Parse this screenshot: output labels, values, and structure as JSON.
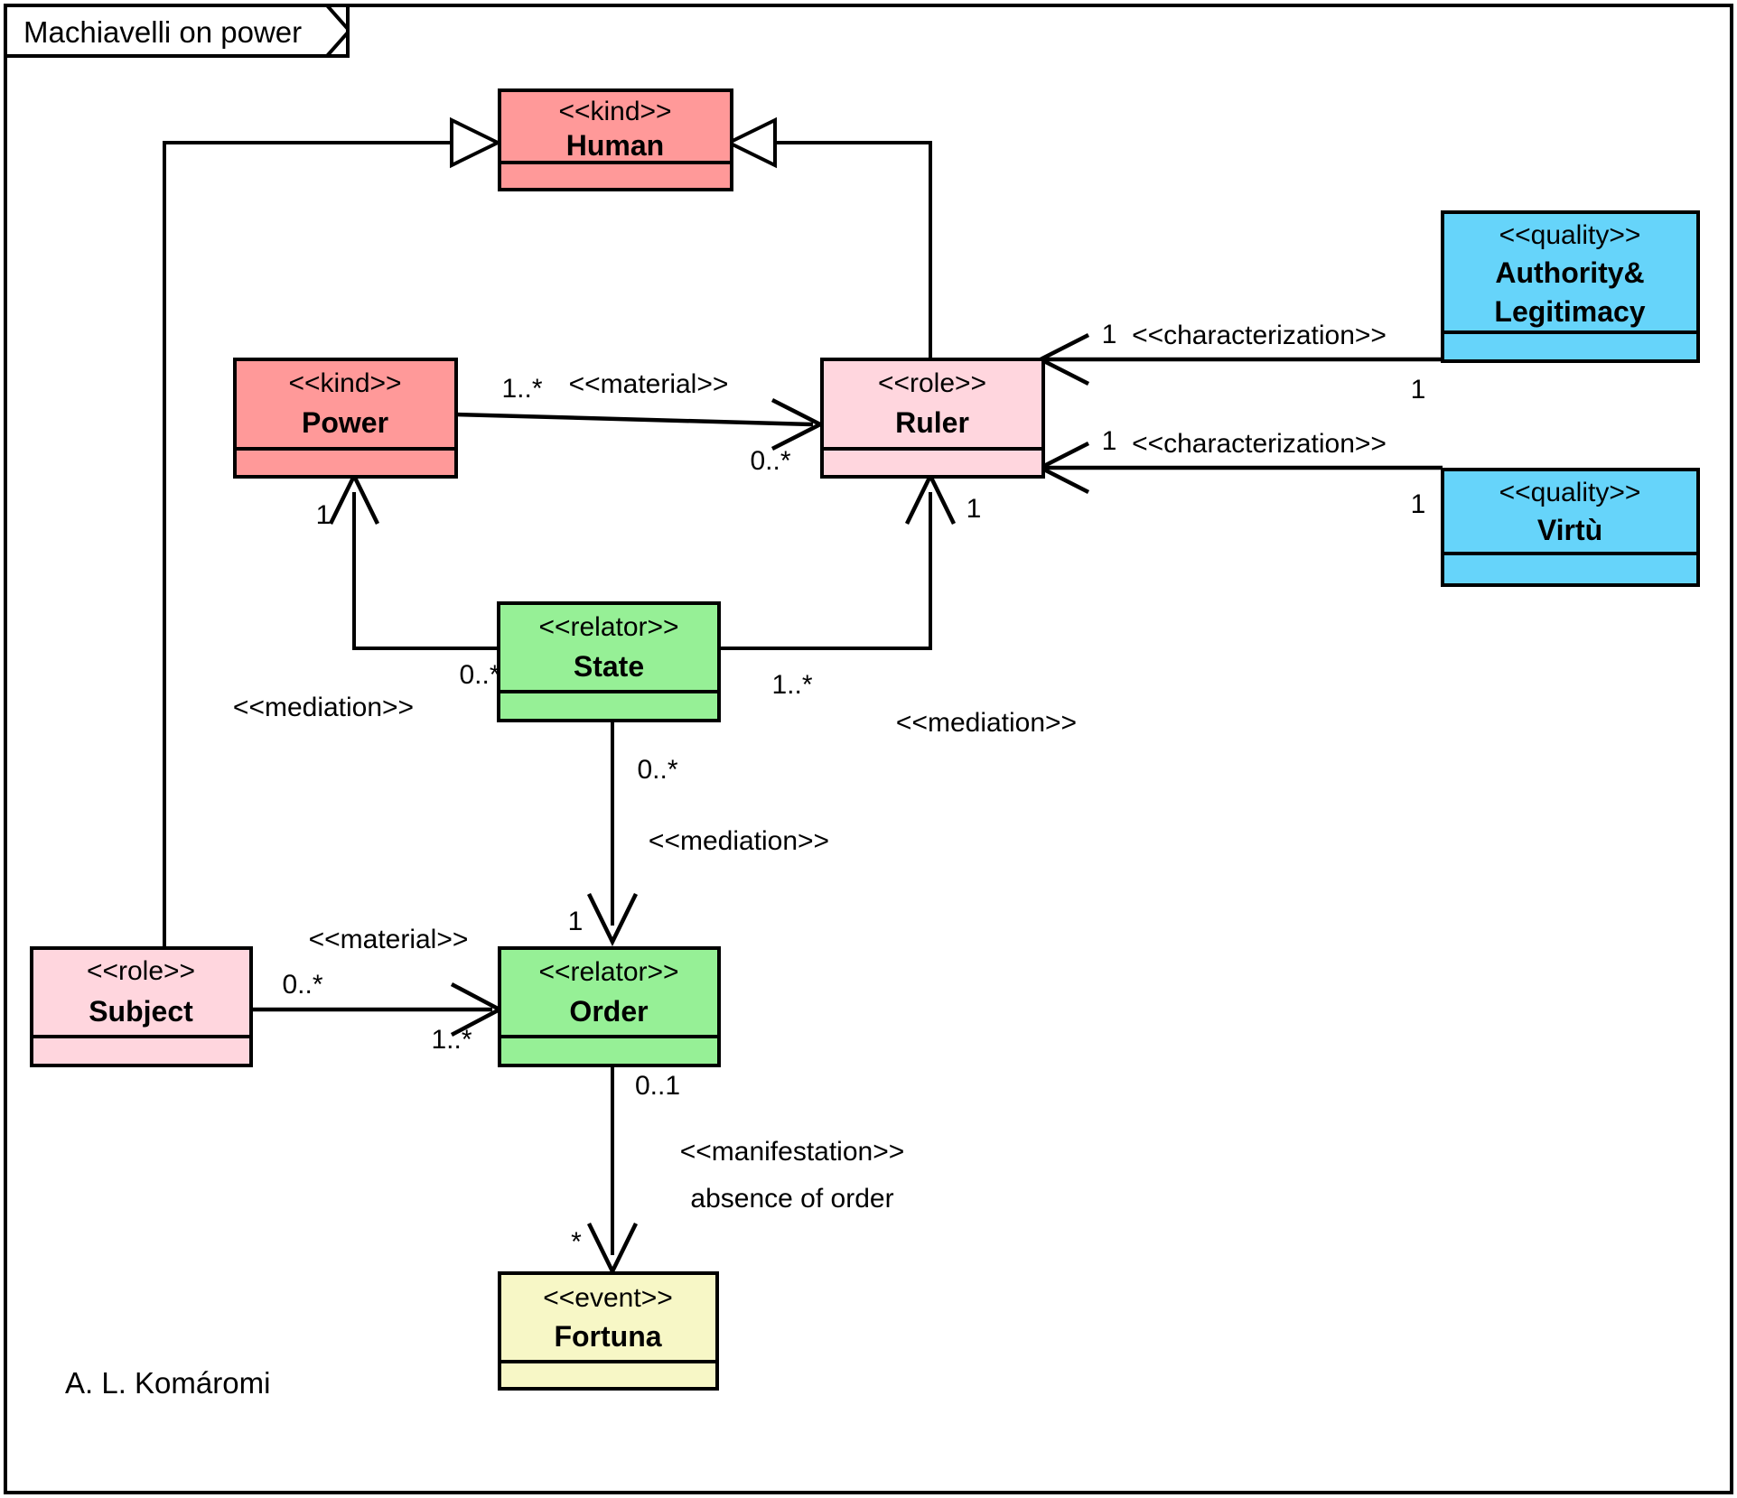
{
  "frame": {
    "title": "Machiavelli on power",
    "author": "A. L. Komáromi"
  },
  "palette": {
    "kind_fill": "#FF9999",
    "role_fill": "#FFD6DE",
    "relator_fill": "#96F096",
    "quality_fill": "#66D4FA",
    "event_fill": "#F7F7C6",
    "stroke": "#000000",
    "background": "#FFFFFF"
  },
  "classes": [
    {
      "id": "human",
      "stereotype": "<<kind>>",
      "name": "Human",
      "fill_key": "kind_fill"
    },
    {
      "id": "power",
      "stereotype": "<<kind>>",
      "name": "Power",
      "fill_key": "kind_fill"
    },
    {
      "id": "ruler",
      "stereotype": "<<role>>",
      "name": "Ruler",
      "fill_key": "role_fill"
    },
    {
      "id": "subject",
      "stereotype": "<<role>>",
      "name": "Subject",
      "fill_key": "role_fill"
    },
    {
      "id": "state",
      "stereotype": "<<relator>>",
      "name": "State",
      "fill_key": "relator_fill"
    },
    {
      "id": "order",
      "stereotype": "<<relator>>",
      "name": "Order",
      "fill_key": "relator_fill"
    },
    {
      "id": "authleg",
      "stereotype": "<<quality>>",
      "name": "Authority& Legitimacy",
      "name_line1": "Authority&",
      "name_line2": "Legitimacy",
      "fill_key": "quality_fill"
    },
    {
      "id": "virtu",
      "stereotype": "<<quality>>",
      "name": "Virtù",
      "fill_key": "quality_fill"
    },
    {
      "id": "fortuna",
      "stereotype": "<<event>>",
      "name": "Fortuna",
      "fill_key": "event_fill"
    }
  ],
  "relations": [
    {
      "id": "power-human",
      "kind": "generalization",
      "source": "Power",
      "target": "Human",
      "label": "",
      "source_mult": "",
      "target_mult": ""
    },
    {
      "id": "subject-human",
      "kind": "generalization",
      "source": "Subject",
      "target": "Human",
      "label": "",
      "source_mult": "",
      "target_mult": ""
    },
    {
      "id": "ruler-human",
      "kind": "generalization",
      "source": "Ruler",
      "target": "Human",
      "label": "",
      "source_mult": "",
      "target_mult": ""
    },
    {
      "id": "power-ruler",
      "kind": "material",
      "source": "Power",
      "target": "Ruler",
      "label": "<<material>>",
      "source_mult": "1..*",
      "target_mult": "0..*"
    },
    {
      "id": "authleg-ruler",
      "kind": "characterization",
      "source": "Authority& Legitimacy",
      "target": "Ruler",
      "label": "<<characterization>>",
      "source_mult": "1",
      "target_mult": "1"
    },
    {
      "id": "virtu-ruler",
      "kind": "characterization",
      "source": "Virtù",
      "target": "Ruler",
      "label": "<<characterization>>",
      "source_mult": "1",
      "target_mult": "1"
    },
    {
      "id": "state-power",
      "kind": "mediation",
      "source": "State",
      "target": "Power",
      "label": "<<mediation>>",
      "source_mult": "0..*",
      "target_mult": "1"
    },
    {
      "id": "state-ruler",
      "kind": "mediation",
      "source": "State",
      "target": "Ruler",
      "label": "<<mediation>>",
      "source_mult": "1..*",
      "target_mult": "1"
    },
    {
      "id": "state-order",
      "kind": "mediation",
      "source": "State",
      "target": "Order",
      "label": "<<mediation>>",
      "source_mult": "0..*",
      "target_mult": "1"
    },
    {
      "id": "subject-order",
      "kind": "material",
      "source": "Subject",
      "target": "Order",
      "label": "<<material>>",
      "source_mult": "0..*",
      "target_mult": "1..*"
    },
    {
      "id": "order-fortuna",
      "kind": "manifestation",
      "source": "Order",
      "target": "Fortuna",
      "label": "<<manifestation>>",
      "label2": "absence of order",
      "source_mult": "0..1",
      "target_mult": "*"
    }
  ],
  "labels": {
    "material_1": "<<material>>",
    "material_2": "<<material>>",
    "characterization_1": "<<characterization>>",
    "characterization_2": "<<characterization>>",
    "mediation_1": "<<mediation>>",
    "mediation_2": "<<mediation>>",
    "mediation_3": "<<mediation>>",
    "manifestation": "<<manifestation>>",
    "manifestation_note": "absence of order"
  },
  "multiplicities": {
    "power_ruler_src": "1..*",
    "power_ruler_tgt": "0..*",
    "authleg_src": "1",
    "authleg_tgt": "1",
    "virtu_src": "1",
    "virtu_tgt": "1",
    "state_power_src": "0..*",
    "state_power_tgt": "1",
    "state_ruler_src": "1..*",
    "state_ruler_tgt": "1",
    "state_order_src": "0..*",
    "state_order_tgt": "1",
    "subject_order_src": "0..*",
    "subject_order_tgt": "1..*",
    "order_fortuna_src": "0..1",
    "order_fortuna_tgt": "*"
  }
}
